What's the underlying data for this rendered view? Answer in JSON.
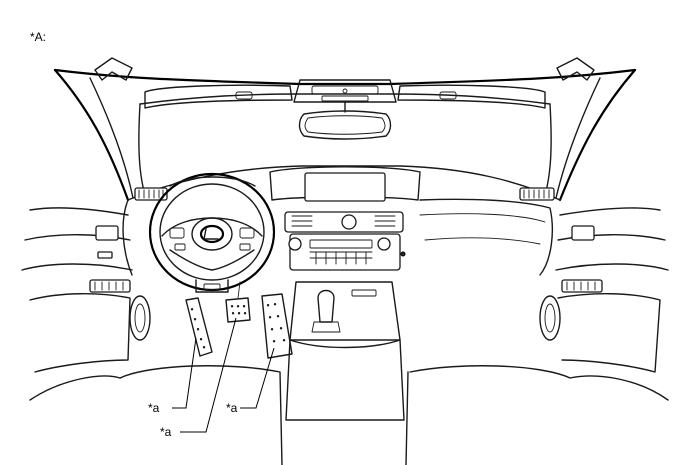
{
  "diagram": {
    "view_label": "*A:",
    "callouts": [
      {
        "id": "left-pedal-trim",
        "label": "*a"
      },
      {
        "id": "brake-pedal-pad",
        "label": "*a"
      },
      {
        "id": "accelerator-pedal-pad",
        "label": "*a"
      }
    ]
  }
}
